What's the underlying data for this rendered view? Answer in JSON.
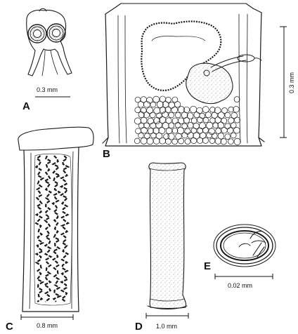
{
  "figure": {
    "panels": [
      {
        "id": "A",
        "label": "A",
        "scale": "0.3 mm"
      },
      {
        "id": "B",
        "label": "B",
        "scale": "0.3 mm"
      },
      {
        "id": "C",
        "label": "C",
        "scale": "0.8 mm"
      },
      {
        "id": "D",
        "label": "D",
        "scale": "1.0 mm"
      },
      {
        "id": "E",
        "label": "E",
        "scale": "0.02 mm"
      }
    ]
  }
}
